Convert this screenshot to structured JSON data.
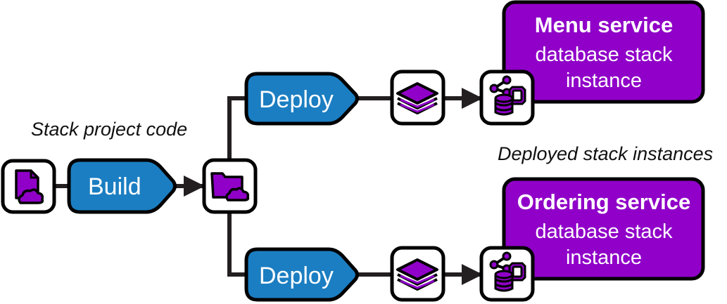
{
  "colors": {
    "step_fill": "#1b7ec2",
    "service_fill": "#9000c8",
    "icon_fill": "#9000c8",
    "stroke": "#231f20",
    "connector": "#231f20"
  },
  "captions": {
    "source": "Stack project code",
    "deployed": "Deployed stack instances"
  },
  "steps": {
    "build": "Build",
    "deploy_top": "Deploy",
    "deploy_bottom": "Deploy"
  },
  "icons": {
    "source": "code-file-cloud-icon",
    "artifact": "folder-cloud-icon",
    "stack_top": "layers-stack-icon",
    "stack_bottom": "layers-stack-icon",
    "instance_top": "database-network-icon",
    "instance_bottom": "database-network-icon"
  },
  "services": [
    {
      "title": "Menu service",
      "line1": "database stack",
      "line2": "instance"
    },
    {
      "title": "Ordering service",
      "line1": "database stack",
      "line2": "instance"
    }
  ]
}
